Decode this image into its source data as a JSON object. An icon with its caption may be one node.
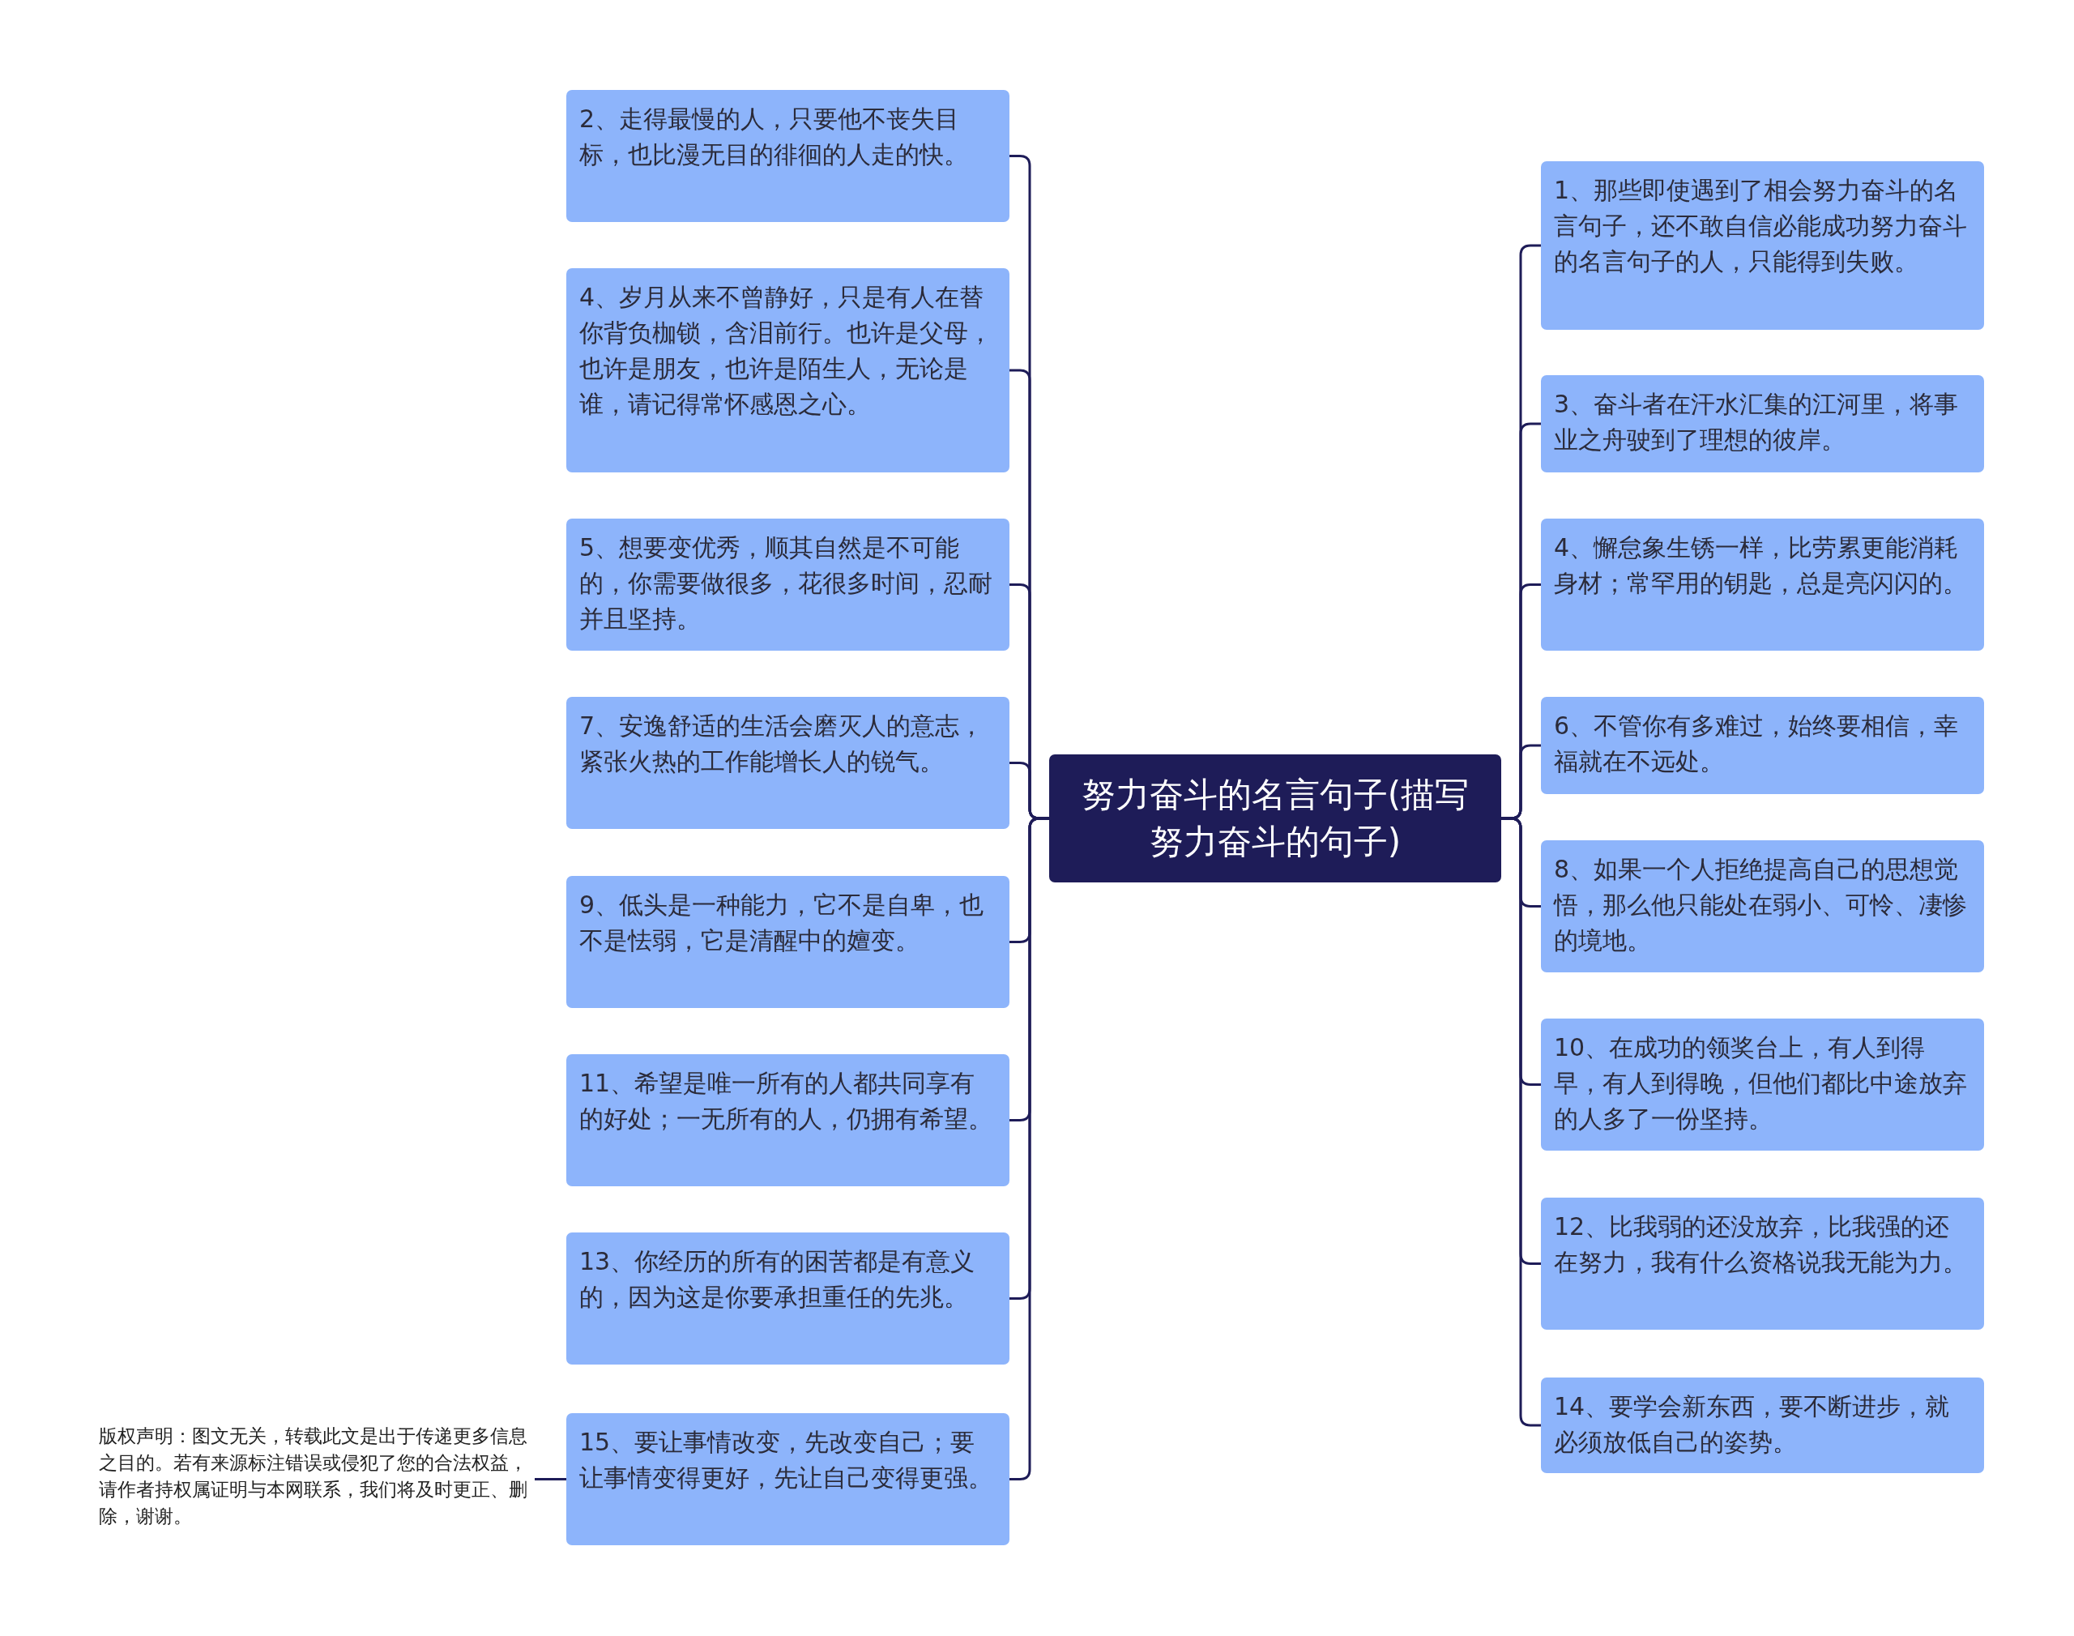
{
  "diagram": {
    "nodes": [
      {
        "text": [
          "努力奋斗的名言句子(描写努力奋斗的句子)"
        ]
      },
      {
        "text": [
          "2、走得最慢的人，只要他不丧失目标，也比漫无目的徘徊的人走的快。"
        ]
      },
      {
        "text": [
          "4、岁月从来不曾静好，只是有人在替你背负枷锁，含泪前行。也许是父母，也许是朋友，也许是陌生人，无论是谁，请记得常怀感恩之心。"
        ]
      },
      {
        "text": [
          "5、想要变优秀，顺其自然是不可能的，你需要做很多，花很多时间，忍耐并且坚持。"
        ]
      },
      {
        "text": [
          "7、安逸舒适的生活会磨灭人的意志，紧张火热的工作能增长人的锐气。"
        ]
      },
      {
        "text": [
          "9、低头是一种能力，它不是自卑，也不是怯弱，它是清醒中的嬗变。"
        ]
      },
      {
        "text": [
          "11、希望是唯一所有的人都共同享有的好处；一无所有的人，仍拥有希望。"
        ]
      },
      {
        "text": [
          "13、你经历的所有的困苦都是有意义的，因为这是你要承担重任的先兆。"
        ]
      },
      {
        "text": [
          "15、要让事情改变，先改变自己；要让事情变得更好，先让自己变得更强。"
        ]
      },
      {
        "text": [
          "1、那些即使遇到了相会努力奋斗的名言句子，还不敢自信必能成功努力奋斗的名言句子的人，只能得到失败。"
        ]
      },
      {
        "text": [
          "3、奋斗者在汗水汇集的江河里，将事业之舟驶到了理想的彼岸。"
        ]
      },
      {
        "text": [
          "4、懈怠象生锈一样，比劳累更能消耗身材；常罕用的钥匙，总是亮闪闪的。"
        ]
      },
      {
        "text": [
          "6、不管你有多难过，始终要相信，幸福就在不远处。"
        ]
      },
      {
        "text": [
          "8、如果一个人拒绝提高自己的思想觉悟，那么他只能处在弱小、可怜、凄惨的境地。"
        ]
      },
      {
        "text": [
          "10、在成功的领奖台上，有人到得早，有人到得晚，但他们都比中途放弃的人多了一份坚持。"
        ]
      },
      {
        "text": [
          "12、比我弱的还没放弃，比我强的还在努力，我有什么资格说我无能为力。"
        ]
      },
      {
        "text": [
          "14、要学会新东西，要不断进步，就必须放低自己的姿势。"
        ]
      },
      {
        "text": [
          "版权声明：图文无关，转载此文是出于传递更多信息之目的。若有来源标注错误或侵犯了您的合法权益，请作者持权属证明与本网联系，我们将及时更正、删除，谢谢。"
        ]
      }
    ],
    "edges": [
      {
        "from": 0,
        "to": 1,
        "arrow": "none"
      },
      {
        "from": 0,
        "to": 2,
        "arrow": "none"
      },
      {
        "from": 0,
        "to": 3,
        "arrow": "none"
      },
      {
        "from": 0,
        "to": 4,
        "arrow": "none"
      },
      {
        "from": 0,
        "to": 5,
        "arrow": "none"
      },
      {
        "from": 0,
        "to": 6,
        "arrow": "none"
      },
      {
        "from": 0,
        "to": 7,
        "arrow": "none"
      },
      {
        "from": 0,
        "to": 8,
        "arrow": "none"
      },
      {
        "from": 0,
        "to": 9,
        "arrow": "none"
      },
      {
        "from": 0,
        "to": 10,
        "arrow": "none"
      },
      {
        "from": 0,
        "to": 11,
        "arrow": "none"
      },
      {
        "from": 0,
        "to": 12,
        "arrow": "none"
      },
      {
        "from": 0,
        "to": 13,
        "arrow": "none"
      },
      {
        "from": 0,
        "to": 14,
        "arrow": "none"
      },
      {
        "from": 0,
        "to": 15,
        "arrow": "none"
      },
      {
        "from": 0,
        "to": 16,
        "arrow": "none"
      },
      {
        "from": 17,
        "to": 8,
        "arrow": "none"
      }
    ]
  }
}
